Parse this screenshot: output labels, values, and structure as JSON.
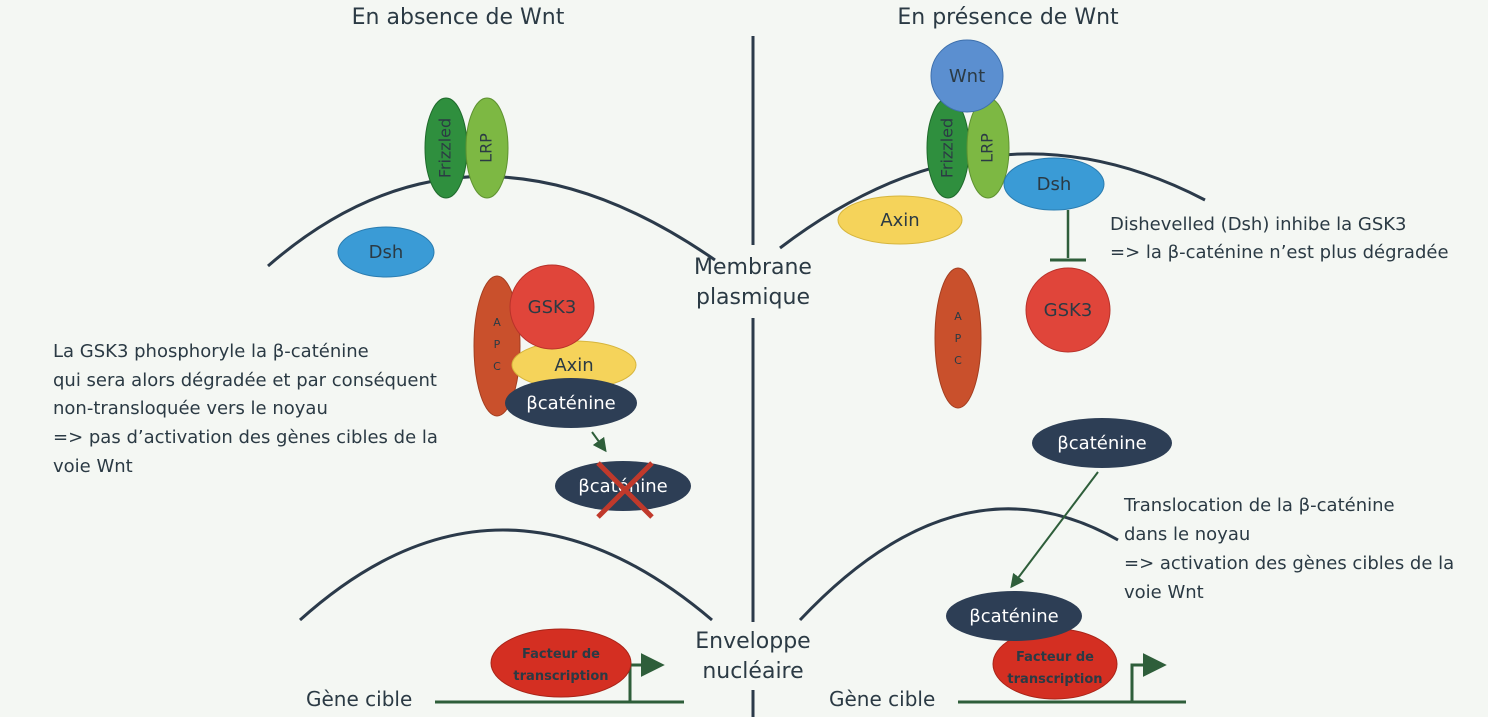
{
  "diagram": {
    "left_title": "En absence de Wnt",
    "right_title": "En présence de Wnt",
    "center_membrane": [
      "Membrane",
      "plasmique"
    ],
    "center_envelope": [
      "Enveloppe",
      "nucléaire"
    ],
    "proteins": {
      "wnt": "Wnt",
      "frizzled": "Frizzled",
      "lrp": "LRP",
      "dsh": "Dsh",
      "gsk3": "GSK3",
      "apc": [
        "A",
        "P",
        "C"
      ],
      "axin": "Axin",
      "bcatenin": "βcaténine",
      "transcription_factor": [
        "Facteur de",
        "transcription"
      ]
    },
    "gene_label": "Gène cible",
    "left_text": [
      "La GSK3 phosphoryle la β-caténine",
      "qui sera alors dégradée et par conséquent",
      "non-transloquée vers le noyau",
      "=> pas d’activation des gènes cibles de la",
      "voie Wnt"
    ],
    "right_text_top": [
      "Dishevelled (Dsh) inhibe la GSK3",
      "=> la β-caténine n’est plus dégradée"
    ],
    "right_text_bottom": [
      "Translocation de la β-caténine",
      "dans le noyau",
      "=> activation des gènes cibles de la",
      "voie Wnt"
    ],
    "colors": {
      "frizzled": "#2f8f3e",
      "lrp": "#7db843",
      "dsh": "#3a9bd6",
      "gsk3": "#e0453a",
      "apc": "#c9502c",
      "axin": "#f5d35a",
      "bcatenin": "#2d3e55",
      "transcription_factor": "#d42f22",
      "wnt": "#5b8fd0",
      "membrane": "#2b3a4a",
      "gene_line": "#2e5e3a",
      "degradation_cross": "#c0392b"
    }
  }
}
